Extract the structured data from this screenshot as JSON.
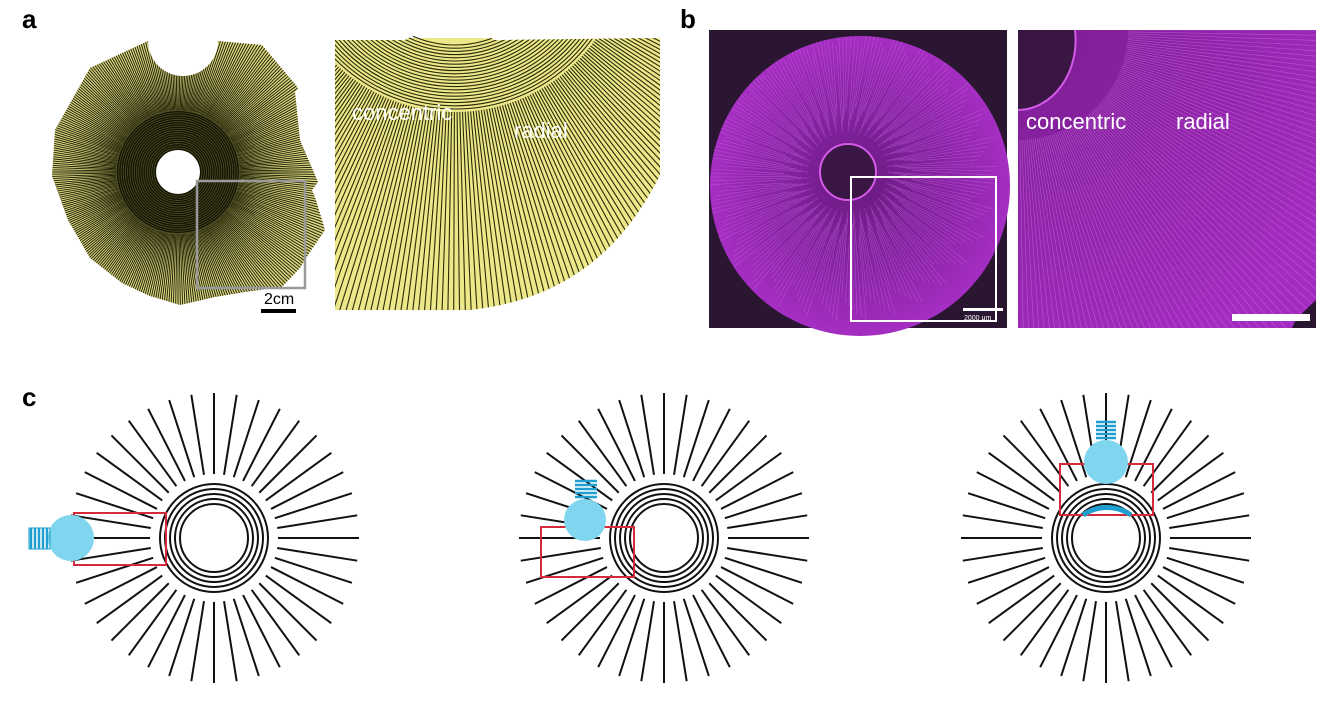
{
  "panels": {
    "a": {
      "letter": "a",
      "scale_bar_label": "2cm",
      "zoom_label_concentric": "concentric",
      "zoom_label_radial": "radial",
      "colors": {
        "line": "#1a1a00",
        "fill": "#f2ef9a",
        "inset_box": "#9a9a9a"
      }
    },
    "b": {
      "letter": "b",
      "scale_bar_label": "2000 μm",
      "zoom_label_concentric": "concentric",
      "zoom_label_radial": "radial",
      "colors": {
        "background": "#2a1630",
        "tissue": "#b42ad0",
        "box": "#ffffff"
      }
    },
    "c": {
      "letter": "c",
      "colors": {
        "lines": "#111111",
        "nozzle": "#7fd6ee",
        "nozzle_stripes": "#1e9fd0",
        "box": "#d42a3a",
        "arc": "#1e9fd0"
      },
      "steps": [
        "left",
        "upper-left",
        "top"
      ]
    }
  }
}
